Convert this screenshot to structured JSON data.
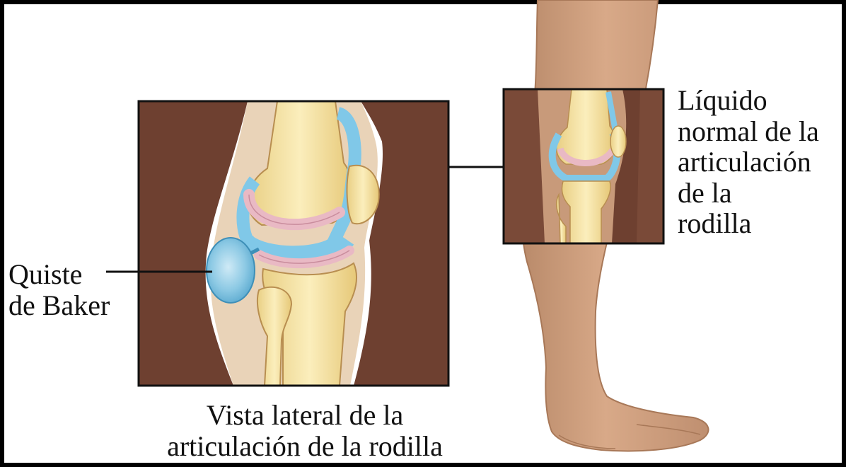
{
  "labels": {
    "baker_line1": "Quiste",
    "baker_line2": "de Baker",
    "fluid_line1": "Líquido",
    "fluid_line2": "normal de la",
    "fluid_line3": "articulación",
    "fluid_line4": "de la",
    "fluid_line5": "rodilla",
    "view_line1": "Vista lateral de la",
    "view_line2": "articulación de la rodilla"
  },
  "colors": {
    "skin_dark": "#6e4030",
    "skin_light": "#c89a7a",
    "bone": "#f2dc9a",
    "cartilage": "#e9b9c4",
    "synovial_fluid": "#80c8e8",
    "cyst": "#7fc0dc",
    "frame": "#111111"
  }
}
